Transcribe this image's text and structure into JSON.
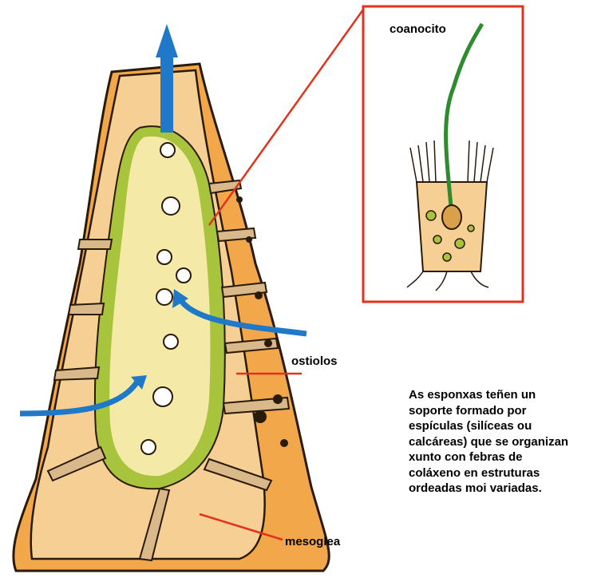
{
  "labels": {
    "choanocyte": "coanocito",
    "ostioles": "ostiolos",
    "mesoglea": "mesoglea"
  },
  "caption": {
    "lines": [
      "As esponxas teñen un",
      "soporte formado por",
      "espículas (silíceas ou",
      "calcáreas) que se organizan",
      "xunto con febras de",
      "coláxeno en estruturas",
      "ordeadas moi variadas."
    ]
  },
  "colors": {
    "mesohyl": "#f2a84a",
    "body_wall": "#f6cf94",
    "spongocoel": "#f5e9a8",
    "choanocyte_layer": "#a8c43c",
    "water_flow": "#1f78c8",
    "callout": "#e0321c",
    "flagellum": "#2e8b2e"
  },
  "icons": {
    "water_flow": "arrow-icon"
  }
}
